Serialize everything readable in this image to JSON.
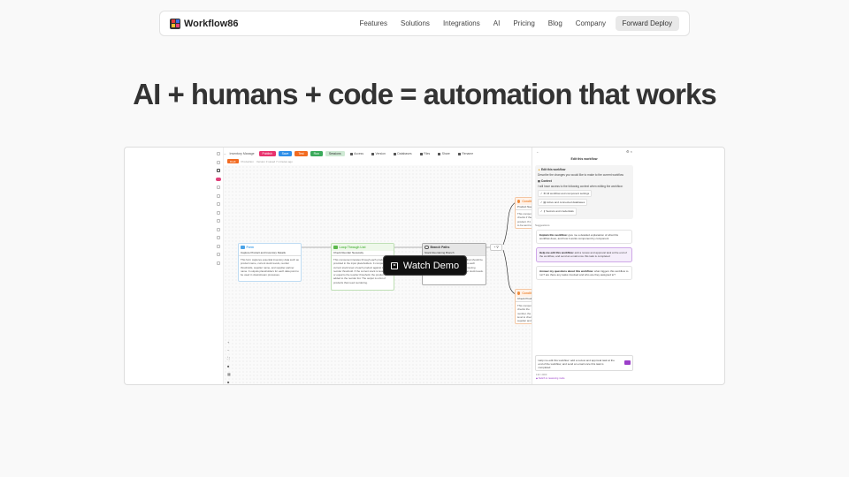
{
  "brand": {
    "name": "Workflow86",
    "logo_colors": [
      "#e63a3a",
      "#3a6fe6",
      "#f2c12e",
      "#e6417a"
    ]
  },
  "nav": {
    "links": [
      "Features",
      "Solutions",
      "Integrations",
      "AI",
      "Pricing",
      "Blog",
      "Company"
    ],
    "cta": "Forward Deploy"
  },
  "hero": {
    "title": "AI + humans + code = automation that works"
  },
  "demo": {
    "label": "Watch Demo"
  },
  "app": {
    "workflow_name": "Inventory Manage",
    "toolbar": {
      "publish": "Publish",
      "save": "Save",
      "test": "Test",
      "run": "Run",
      "sessions": "Sessions",
      "access": "Access",
      "version": "Version",
      "databases": "Databases",
      "files": "Files",
      "share": "Share",
      "rename": "Rename"
    },
    "status": {
      "badge": "Draft",
      "env": "Production",
      "saved": "Version 3 saved 7 minutes ago"
    },
    "colors": {
      "publish": "#e8336e",
      "save": "#2f8fe8",
      "test": "#f26b21",
      "run": "#3aaa5a",
      "sessions": "#cfe9d4"
    },
    "nodes": [
      {
        "type": "Form",
        "title": "Capture Product and Inventory Details",
        "body": "This form captures essential inventory data such as product name, current stock levels, reorder thresholds, supplier name, and supplier partner name. It outputs placeholders for each data point to be used in downstream processes.",
        "color": "#4aa3e8"
      },
      {
        "type": "Loop Through List",
        "title": "Check Reorder Necessity",
        "body": "This component iterates through each product provided in the input placeholders. It compares the current stock level of each product against its reorder threshold. If the current stock is less than or equal to the reorder threshold, the product is added to the reorder list. The output is a list of products that need reordering.",
        "color": "#5ab84a"
      },
      {
        "type": "Branch Paths",
        "title": "Stock Reordering Branch",
        "body": "This component determines the path that should be taken based on stock levels and routes each workflow item to the correct branch, ensuring appropriate actions are taken based on stock levels.",
        "color": "#666666"
      },
      {
        "type": "Conditional",
        "title": "Product Needs",
        "body": "This component checks if the product. If it needs to be sent to supplier.",
        "color": "#f08a3a"
      },
      {
        "type": "Conditional",
        "title": "Check Product",
        "body": "This component checks the number, the stock level to check supplier and a new.",
        "color": "#f08a3a"
      }
    ],
    "branch_controls": "+ ∇"
  },
  "ai_panel": {
    "title": "Edit this workflow",
    "edit_heading": "Edit this workflow",
    "edit_desc": "Describe the changes you would like to make to the current workflow",
    "context_heading": "Context",
    "context_desc": "I will have access to the following context when editing the workflow:",
    "context_items": [
      "All workflow and component settings",
      "Active and connected databases",
      "Secrets and credentials"
    ],
    "suggestions_label": "Suggestions",
    "suggestions": [
      {
        "bold": "Explain this workflow:",
        "text": " give me a detailed explanation of what this workflow does, and how it works component by component"
      },
      {
        "bold": "Help me edit this workflow:",
        "text": " add a review and approval task at the end of the workflow, and send an email once this task is completed"
      },
      {
        "bold": "Answer my questions about this workflow:",
        "text": " what triggers this workflow to run? are there any tasks involved and who are they assigned to?"
      }
    ],
    "input_value": "Help me edit this workflow: add a review and approval task at the end of the workflow, and send an email once this task is completed",
    "char_count": "133 / 2000",
    "footer_note": "Switch to reasoning mode"
  }
}
